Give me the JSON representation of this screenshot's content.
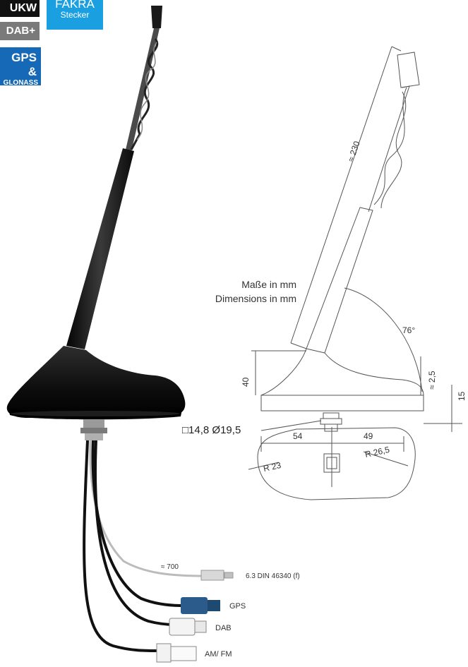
{
  "badges": {
    "ukw": "UKW",
    "fakra_line1": "FAKRA",
    "fakra_line2": "Stecker",
    "dab": "DAB+",
    "gps_line1": "GPS &",
    "gps_line2": "GLONASS"
  },
  "drawing": {
    "units_de": "Maße in mm",
    "units_en": "Dimensions in mm",
    "length": "≈ 230",
    "angle": "76°",
    "height": "40",
    "tilt_offset": "≈ 2,5",
    "base_height": "15",
    "mount_size": "□14,8 Ø19,5",
    "front_length": "54",
    "rear_length": "49",
    "radius_front": "R 23",
    "radius_rear": "R 26,5"
  },
  "cables": {
    "length": "≈ 700",
    "connectors": [
      {
        "label": "6.3 DIN 46340 (f)"
      },
      {
        "label": "GPS"
      },
      {
        "label": "DAB"
      },
      {
        "label": "AM/ FM"
      }
    ]
  },
  "colors": {
    "fakra_blue": "#1a9fe0",
    "gps_blue": "#1669b7",
    "dab_grey": "#7a7a7a",
    "ukw_black": "#111111",
    "gps_connector": "#2a5b8a"
  }
}
